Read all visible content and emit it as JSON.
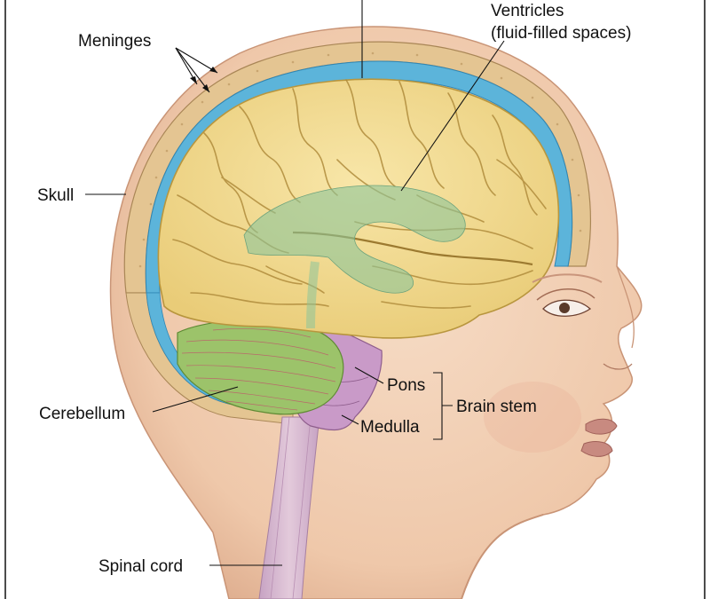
{
  "labels": {
    "cerebrum": "",
    "ventricles_line1": "Ventricles",
    "ventricles_line2": "(fluid-filled spaces)",
    "meninges": "Meninges",
    "skull": "Skull",
    "cerebellum": "Cerebellum",
    "pons": "Pons",
    "medulla": "Medulla",
    "brain_stem": "Brain stem",
    "spinal_cord": "Spinal cord"
  },
  "colors": {
    "skin": "#f2cfb4",
    "skin_shadow": "#dba88a",
    "brain": "#f3dd92",
    "brain_fold": "#b8963e",
    "cerebellum": "#9cc36a",
    "brainstem": "#c99ac8",
    "ventricles": "#9fc8a0",
    "csf": "#5ab3d9",
    "skull": "#e0c08e",
    "lip": "#c88a80"
  }
}
